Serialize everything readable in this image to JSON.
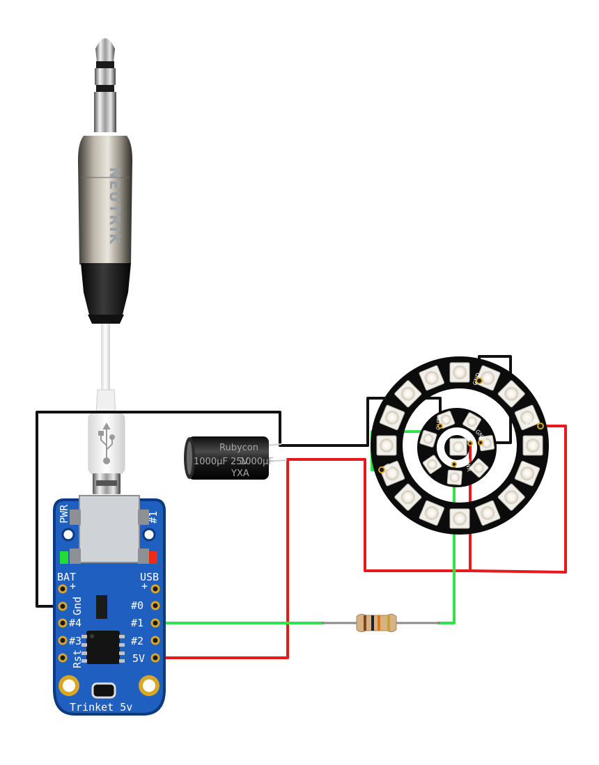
{
  "diagram": {
    "jack": {
      "brand": "NEUTRIK"
    },
    "capacitor": {
      "print_1": "1000µF 25V",
      "print_2": "1000µF",
      "brand": "Rubycon",
      "code": "YXA"
    },
    "trinket": {
      "name": "Trinket 5v",
      "top_left_label": "PWR",
      "top_right_label": "#1",
      "left_pins": {
        "bat": "BAT",
        "bat_plus": "+",
        "gnd": "Gnd",
        "p4": "#4",
        "p3": "#3",
        "rst": "Rst"
      },
      "right_pins": {
        "usb": "USB",
        "usb_plus": "+",
        "p0": "#0",
        "p1": "#1",
        "p2": "#2",
        "v5": "5V"
      }
    },
    "neopixel_ring": {
      "outer_labels": {
        "gnd": "GND",
        "pwr": "PWR",
        "in": "IN"
      },
      "inner_labels": {
        "out": "OUT",
        "gnd": "GND",
        "pwr": "PWR",
        "in": "IN"
      }
    },
    "colors": {
      "ground_wire": "#111111",
      "power_wire": "#e8181b",
      "data_wire": "#33e14a",
      "pcb_blue": "#1f5fbf",
      "pad_gold": "#d9a625"
    }
  }
}
